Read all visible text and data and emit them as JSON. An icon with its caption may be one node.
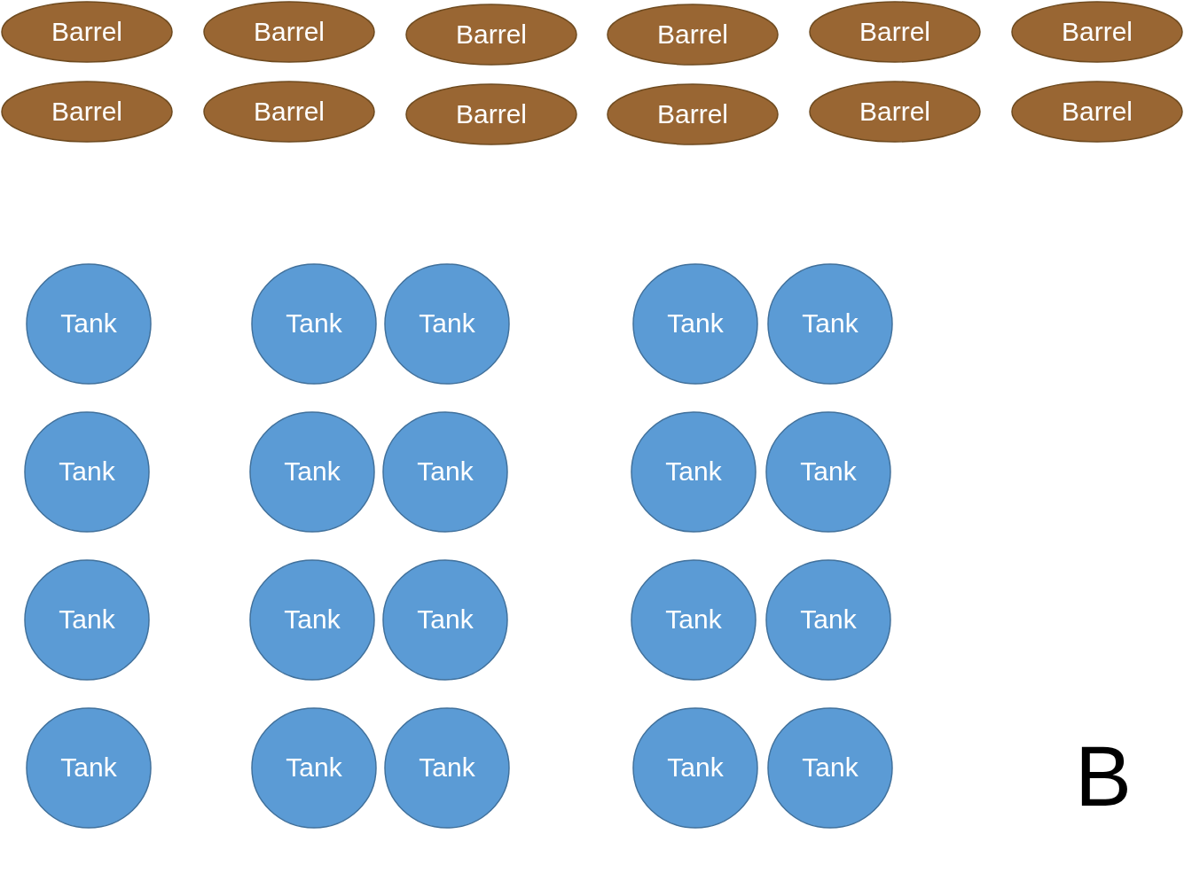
{
  "diagram": {
    "nodes": [
      {
        "text": [
          "Barrel"
        ]
      },
      {
        "text": [
          "Barrel"
        ]
      },
      {
        "text": [
          "Barrel"
        ]
      },
      {
        "text": [
          "Barrel"
        ]
      },
      {
        "text": [
          "Barrel"
        ]
      },
      {
        "text": [
          "Barrel"
        ]
      },
      {
        "text": [
          "Barrel"
        ]
      },
      {
        "text": [
          "Barrel"
        ]
      },
      {
        "text": [
          "Barrel"
        ]
      },
      {
        "text": [
          "Barrel"
        ]
      },
      {
        "text": [
          "Barrel"
        ]
      },
      {
        "text": [
          "Barrel"
        ]
      },
      {
        "text": [
          "Tank"
        ]
      },
      {
        "text": [
          "Tank"
        ]
      },
      {
        "text": [
          "Tank"
        ]
      },
      {
        "text": [
          "Tank"
        ]
      },
      {
        "text": [
          "Tank"
        ]
      },
      {
        "text": [
          "Tank"
        ]
      },
      {
        "text": [
          "Tank"
        ]
      },
      {
        "text": [
          "Tank"
        ]
      },
      {
        "text": [
          "Tank"
        ]
      },
      {
        "text": [
          "Tank"
        ]
      },
      {
        "text": [
          "Tank"
        ]
      },
      {
        "text": [
          "Tank"
        ]
      },
      {
        "text": [
          "Tank"
        ]
      },
      {
        "text": [
          "Tank"
        ]
      },
      {
        "text": [
          "Tank"
        ]
      },
      {
        "text": [
          "Tank"
        ]
      },
      {
        "text": [
          "Tank"
        ]
      },
      {
        "text": [
          "Tank"
        ]
      },
      {
        "text": [
          "Tank"
        ]
      },
      {
        "text": [
          "Tank"
        ]
      }
    ],
    "labels": [
      "B"
    ]
  }
}
